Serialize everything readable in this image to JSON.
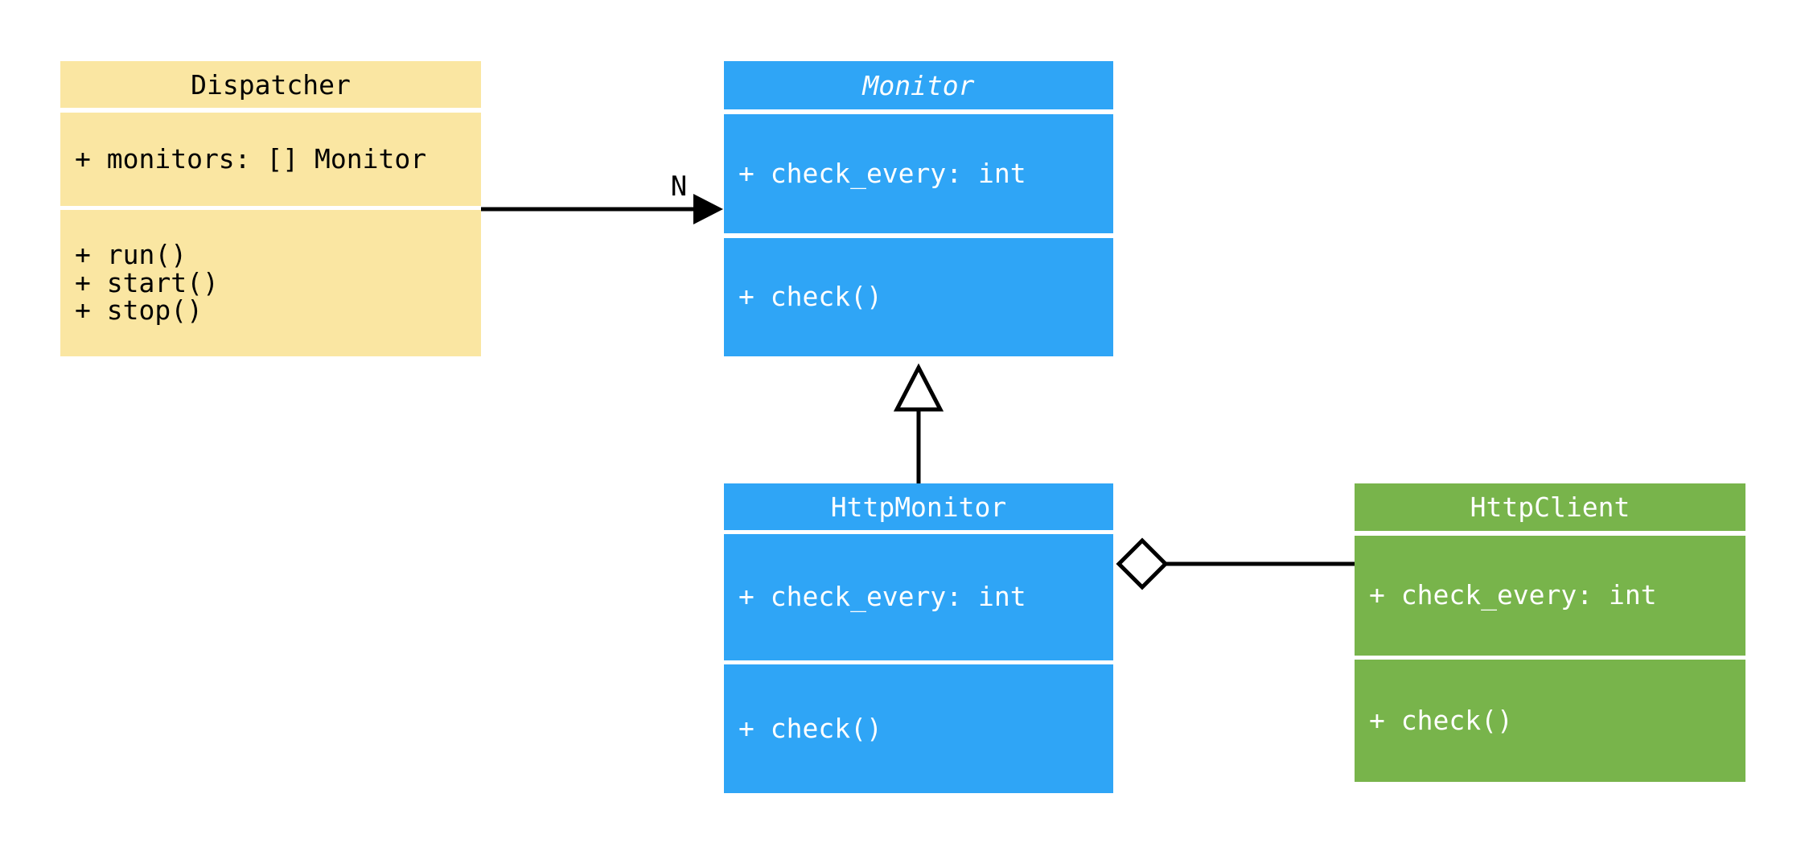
{
  "diagram": {
    "type": "uml-class-diagram",
    "background_color": "#ffffff",
    "line_color": "#000000",
    "classes": [
      {
        "name": "Dispatcher",
        "abstract": false,
        "fill_color": "#fae6a2",
        "text_color": "#000000",
        "attributes": [
          "+ monitors: [] Monitor"
        ],
        "methods": [
          "+ run()",
          "+ start()",
          "+ stop()"
        ]
      },
      {
        "name": "Monitor",
        "abstract": true,
        "fill_color": "#2fa5f6",
        "text_color": "#ffffff",
        "attributes": [
          "+ check_every: int"
        ],
        "methods": [
          "+ check()"
        ]
      },
      {
        "name": "HttpMonitor",
        "abstract": false,
        "fill_color": "#2fa5f6",
        "text_color": "#ffffff",
        "attributes": [
          "+ check_every: int"
        ],
        "methods": [
          "+ check()"
        ]
      },
      {
        "name": "HttpClient",
        "abstract": false,
        "fill_color": "#78b44b",
        "text_color": "#ffffff",
        "attributes": [
          "+ check_every: int"
        ],
        "methods": [
          "+ check()"
        ]
      }
    ],
    "relations": [
      {
        "type": "association",
        "from": "Dispatcher",
        "to": "Monitor",
        "arrow": "filled-arrowhead",
        "multiplicity": "N"
      },
      {
        "type": "inheritance",
        "from": "HttpMonitor",
        "to": "Monitor",
        "arrow": "hollow-triangle",
        "multiplicity": ""
      },
      {
        "type": "aggregation",
        "from": "HttpMonitor",
        "to": "HttpClient",
        "arrow": "hollow-diamond",
        "multiplicity": ""
      }
    ]
  }
}
